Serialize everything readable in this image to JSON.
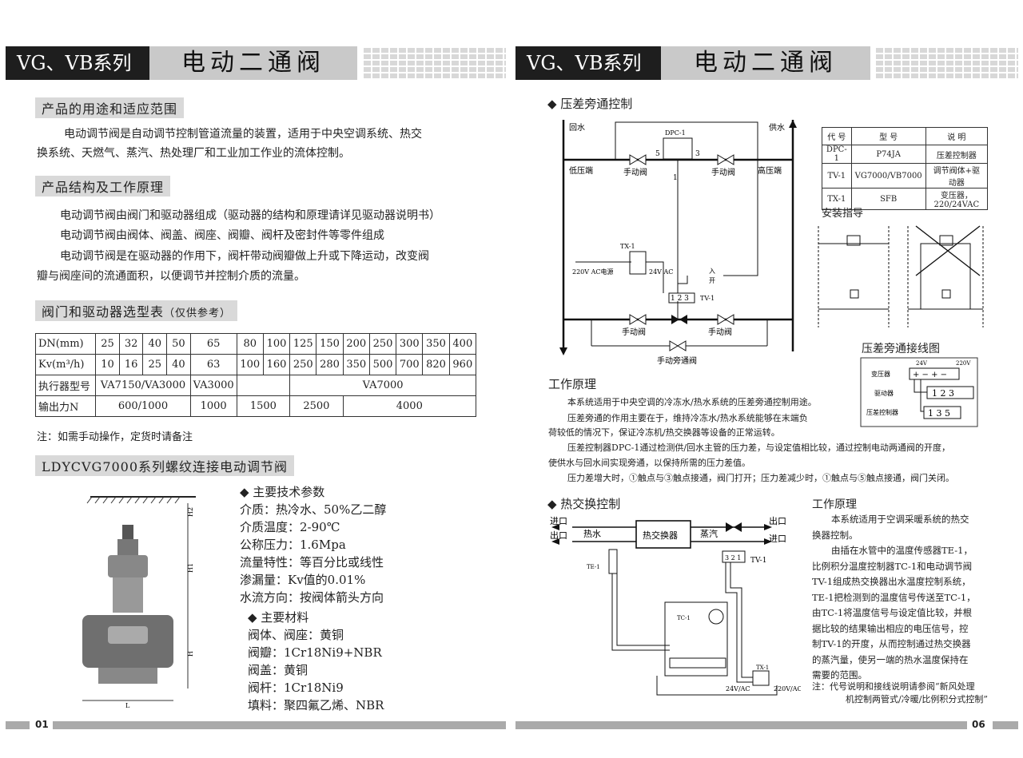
{
  "header": {
    "series": "VG、VB系列",
    "title": "电动二通阀"
  },
  "left": {
    "sec1": {
      "title": "产品的用途和适应范围",
      "lines": [
        "电动调节阀是自动调节控制管道流量的装置，适用于中央空调系统、热交",
        "换系统、天燃气、蒸汽、热处理厂和工业加工作业的流体控制。"
      ]
    },
    "sec2": {
      "title": "产品结构及工作原理",
      "lines": [
        "电动调节阀由阀门和驱动器组成（驱动器的结构和原理请详见驱动器说明书）",
        "电动调节阀由阀体、阀盖、阀座、阀瓣、阀杆及密封件等零件组成",
        "电动调节阀是在驱动器的作用下，阀杆带动阀瓣做上升或下降运动，改变阀",
        "瓣与阀座间的流通面积，以便调节并控制介质的流量。"
      ]
    },
    "sec3": {
      "title": "阀门和驱动器选型表",
      "title_note": "（仅供参考）",
      "dn_label": "DN(mm)",
      "dn": [
        "25",
        "32",
        "40",
        "50",
        "65",
        "80",
        "100",
        "125",
        "150",
        "200",
        "250",
        "300",
        "350",
        "400"
      ],
      "kv_label": "Kv(m³/h)",
      "kv": [
        "10",
        "16",
        "25",
        "40",
        "63",
        "100",
        "160",
        "250",
        "280",
        "350",
        "500",
        "700",
        "820",
        "960"
      ],
      "act_label": "执行器型号",
      "act": [
        "VA7150/VA3000",
        "VA3000",
        "VA7000"
      ],
      "force_label": "输出力N",
      "force": [
        "600/1000",
        "1000",
        "1500",
        "2500",
        "4000"
      ],
      "note": "注：如需手动操作，定货时请备注"
    },
    "sec4": {
      "title": "LDYCVG7000系列螺纹连接电动调节阀",
      "tech_title": "◆ 主要技术参数",
      "tech": [
        "介质：热冷水、50%乙二醇",
        "介质温度：2-90℃",
        "公称压力：1.6Mpa",
        "流量特性：等百分比或线性",
        "渗漏量：Kv值的0.01%",
        "水流方向：按阀体箭头方向"
      ],
      "mat_title": "◆ 主要材料",
      "mat": [
        "阀体、阀座：黄铜",
        "阀瓣：1Cr18Ni9+NBR",
        "阀盖：黄铜",
        "阀杆：1Cr18Ni9",
        "填料：聚四氟乙烯、NBR"
      ],
      "dims": {
        "h2": "H2",
        "h1": "H1",
        "h": "H",
        "l": "L"
      }
    },
    "page_no": "01"
  },
  "right": {
    "bypass_title": "◆ 压差旁通控制",
    "bypass_diag": {
      "return": "回水",
      "supply": "供水",
      "low": "低压端",
      "high": "高压端",
      "manual": "手动阀",
      "bypass_manual": "手动旁通阀",
      "dpc": "DPC-1",
      "tx": "TX-1",
      "tv": "TV-1",
      "ac": "220V AC电源",
      "v24": "24V AC",
      "in": "入",
      "open": "开",
      "n5": "5",
      "n3": "3",
      "n1": "1",
      "t123": "1 2 3"
    },
    "code_table": {
      "head": [
        "代 号",
        "型 号",
        "说 明"
      ],
      "rows": [
        [
          "DPC-1",
          "P74JA",
          "压差控制器"
        ],
        [
          "TV-1",
          "VG7000/VB7000",
          "调节阀体+驱动器"
        ],
        [
          "TX-1",
          "SFB",
          "变压器，220/24VAC"
        ]
      ]
    },
    "install": "安装指导",
    "wiring": {
      "title": "压差旁通接线图",
      "v24": "24V",
      "v220": "220V",
      "transformer": "变压器",
      "driver": "驱动器",
      "controller": "压差控制器",
      "t1": "+ − + −",
      "t2": "1 2 3",
      "t3": "1 3 5"
    },
    "principle_title": "工作原理",
    "principle": [
      "本系统适用于中央空调的冷冻水/热水系统的压差旁通控制用途。",
      "压差旁通的作用主要在于，维持冷冻水/热水系统能够在末端负",
      "荷较低的情况下，保证冷冻机/热交换器等设备的正常运转。",
      "压差控制器DPC-1通过检测供/回水主管的压力差，与设定值相比较，通过控制电动两通阀的开度，",
      "使供水与回水间实现旁通，以保持所需的压力差值。",
      "压力差增大时，①触点与③触点接通，阀门打开；压力差减少时，①触点与⑤触点接通，阀门关闭。"
    ],
    "heat_title": "◆ 热交换控制",
    "heat_diag": {
      "in1": "进口",
      "out1": "出口",
      "hot": "热水",
      "hx": "热交换器",
      "steam": "蒸汽",
      "out2": "出口",
      "in2": "进口",
      "tv": "TV-1",
      "te": "TE-1",
      "tc": "TC-1",
      "tx": "TX-1",
      "v24": "24V/AC",
      "v220": "220V/AC",
      "t321": "3 2 1"
    },
    "heat_principle_title": "工作原理",
    "heat_principle": [
      "本系统适用于空调采暖系统的热交",
      "换器控制。",
      "由插在水管中的温度传感器TE-1，",
      "比例积分温度控制器TC-1和电动调节阀",
      "TV-1组成热交换器出水温度控制系统，",
      "TE-1把检测到的温度信号传送至TC-1，",
      "由TC-1将温度信号与设定值比较，并根",
      "据比较的结果输出相应的电压信号，控",
      "制TV-1的开度，从而控制通过热交换器",
      "的蒸汽量，使另一端的热水温度保持在",
      "需要的范围。"
    ],
    "heat_note": [
      "注：代号说明和接线说明请参阅“新风处理",
      "机控制两管式/冷暖/比例积分式控制”"
    ],
    "page_no": "06"
  }
}
